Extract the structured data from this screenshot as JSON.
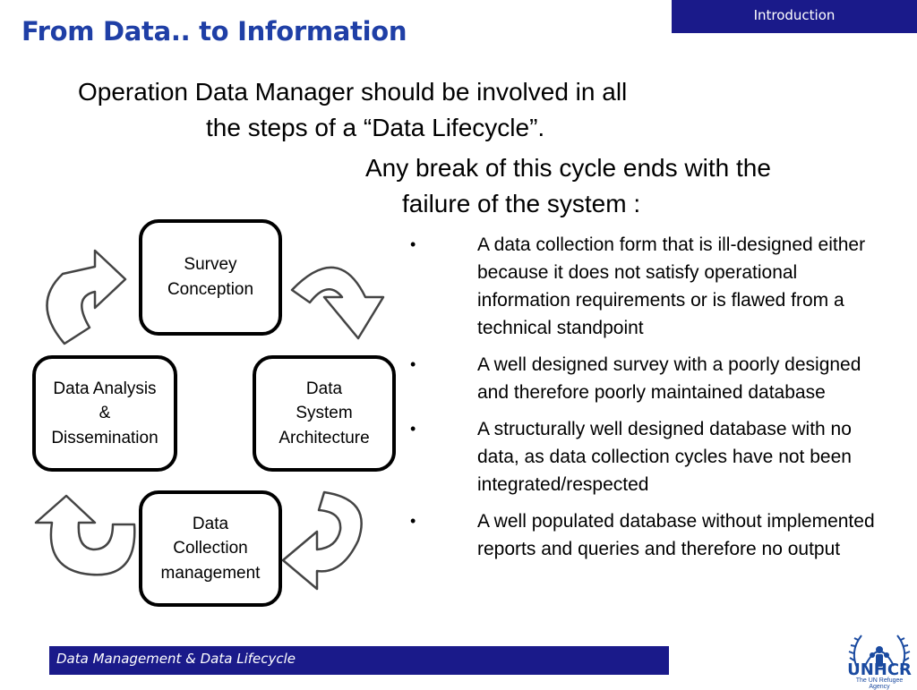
{
  "section_tab": "Introduction",
  "title": "From Data.. to Information",
  "intro": [
    "Operation Data Manager should be involved in all",
    "the steps of a “Data Lifecycle”.",
    "Any break of this cycle ends with the",
    "failure of the system :"
  ],
  "cycle": {
    "stages": [
      "Survey\nConception",
      "Data\nSystem\nArchitecture",
      "Data\nCollection\nmanagement",
      "Data Analysis\n&\nDissemination"
    ]
  },
  "bullet_marker": "•",
  "bullets": [
    "A data collection form that is ill-designed either because it does not satisfy operational information requirements or is flawed from a technical standpoint",
    "A well designed survey with a poorly designed and therefore poorly maintained database",
    "A structurally well designed database with no data, as data collection cycles have not been integrated/respected",
    "A well populated database without implemented reports and queries and therefore no output"
  ],
  "footer": "Data Management & Data Lifecycle",
  "logo": {
    "name": "UNHCR",
    "tagline": "The UN Refugee Agency",
    "color": "#1a4aa0"
  },
  "colors": {
    "title": "#1f3fa6",
    "bar": "#1a1a8a"
  }
}
